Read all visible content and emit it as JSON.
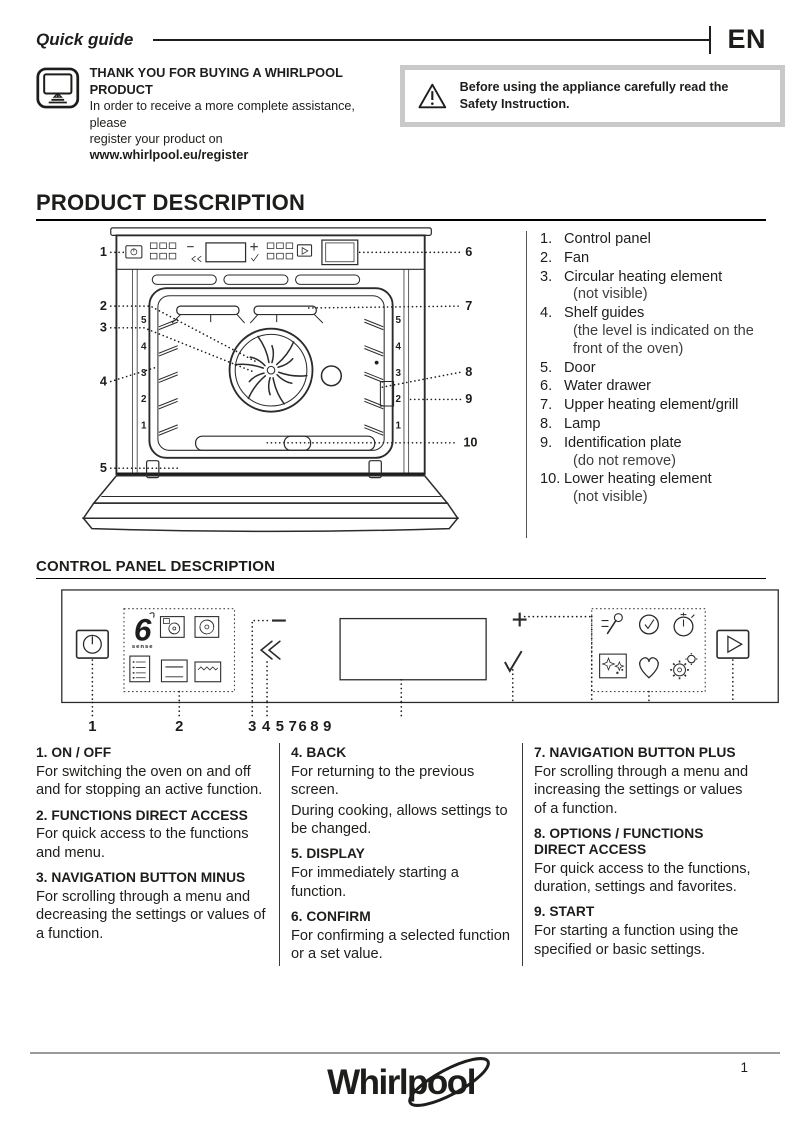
{
  "header": {
    "title": "Quick guide",
    "language": "EN"
  },
  "register": {
    "heading": "THANK YOU FOR BUYING A WHIRLPOOL PRODUCT",
    "line1": "In order to receive a more complete assistance, please",
    "line2": "register your product on ",
    "url": "www.whirlpool.eu/register"
  },
  "warning": {
    "text": "Before using the appliance carefully read the Safety Instruction."
  },
  "product_description": {
    "title": "PRODUCT DESCRIPTION",
    "parts": [
      {
        "num": "1.",
        "label": "Control panel",
        "notes": []
      },
      {
        "num": "2.",
        "label": "Fan",
        "notes": []
      },
      {
        "num": "3.",
        "label": "Circular heating element",
        "notes": [
          "(not visible)"
        ]
      },
      {
        "num": "4.",
        "label": "Shelf guides",
        "notes": [
          "(the level is indicated on the front of the oven)"
        ]
      },
      {
        "num": "5.",
        "label": "Door",
        "notes": []
      },
      {
        "num": "6.",
        "label": "Water drawer",
        "notes": []
      },
      {
        "num": "7.",
        "label": "Upper heating element/grill",
        "notes": []
      },
      {
        "num": "8.",
        "label": "Lamp",
        "notes": []
      },
      {
        "num": "9.",
        "label": "Identification plate",
        "notes": [
          "(do not remove)"
        ]
      },
      {
        "num": "10.",
        "label": "Lower heating element",
        "notes": [
          "(not visible)"
        ]
      }
    ],
    "callouts_left": [
      "1",
      "2",
      "3",
      "4",
      "5"
    ],
    "callouts_right": [
      "6",
      "7",
      "8",
      "9",
      "10"
    ],
    "shelf_levels": [
      "5",
      "4",
      "3",
      "2",
      "1"
    ]
  },
  "control_panel": {
    "title": "CONTROL PANEL DESCRIPTION",
    "figure_numbers": [
      "1",
      "2",
      "3",
      "4",
      "5",
      "7",
      "6",
      "8",
      "9"
    ],
    "logo6": {
      "six": "6",
      "sense": "sense"
    },
    "icons": [
      "power-icon",
      "sixth-sense-icon",
      "fan-plus-icon",
      "fan-icon",
      "menu-list-icon",
      "conventional-heat-icon",
      "grill-icon",
      "minus-icon",
      "back-icon",
      "display-screen",
      "plus-icon",
      "confirm-check-icon",
      "probe-icon",
      "clock-icon",
      "timer-icon",
      "clean-sparkle-icon",
      "favorites-heart-icon",
      "settings-gears-icon",
      "start-play-icon"
    ],
    "columns": [
      [
        {
          "num": "1.",
          "title": "ON / OFF",
          "paragraphs": [
            "For switching the oven on and off and for stopping an active function."
          ]
        },
        {
          "num": "2.",
          "title": "FUNCTIONS DIRECT ACCESS",
          "paragraphs": [
            "For quick access to the functions and menu."
          ]
        },
        {
          "num": "3.",
          "title": "NAVIGATION BUTTON MINUS",
          "paragraphs": [
            "For scrolling through a menu and decreasing the settings or values of a function."
          ]
        }
      ],
      [
        {
          "num": "4.",
          "title": "BACK",
          "paragraphs": [
            "For returning to the previous screen.",
            "During cooking, allows settings to be changed."
          ]
        },
        {
          "num": "5.",
          "title": "DISPLAY",
          "paragraphs": [
            "For immediately starting a function."
          ]
        },
        {
          "num": "6.",
          "title": "CONFIRM",
          "paragraphs": [
            "For confirming a selected function or a set value."
          ]
        }
      ],
      [
        {
          "num": "7.",
          "title": "NAVIGATION BUTTON PLUS",
          "paragraphs": [
            "For scrolling through a menu and increasing the settings or values of a function."
          ]
        },
        {
          "num": "8.",
          "title": "OPTIONS / FUNCTIONS DIRECT ACCESS",
          "paragraphs": [
            "For quick access to the functions, duration, settings and favorites."
          ]
        },
        {
          "num": "9.",
          "title": "START",
          "paragraphs": [
            "For starting a function using the specified or basic settings."
          ]
        }
      ]
    ]
  },
  "footer": {
    "logo": "Whirlpool",
    "page": "1"
  },
  "colors": {
    "text": "#1d1d1b",
    "warning_border": "#c9c9c9",
    "footer_line": "#9a9a9a"
  }
}
